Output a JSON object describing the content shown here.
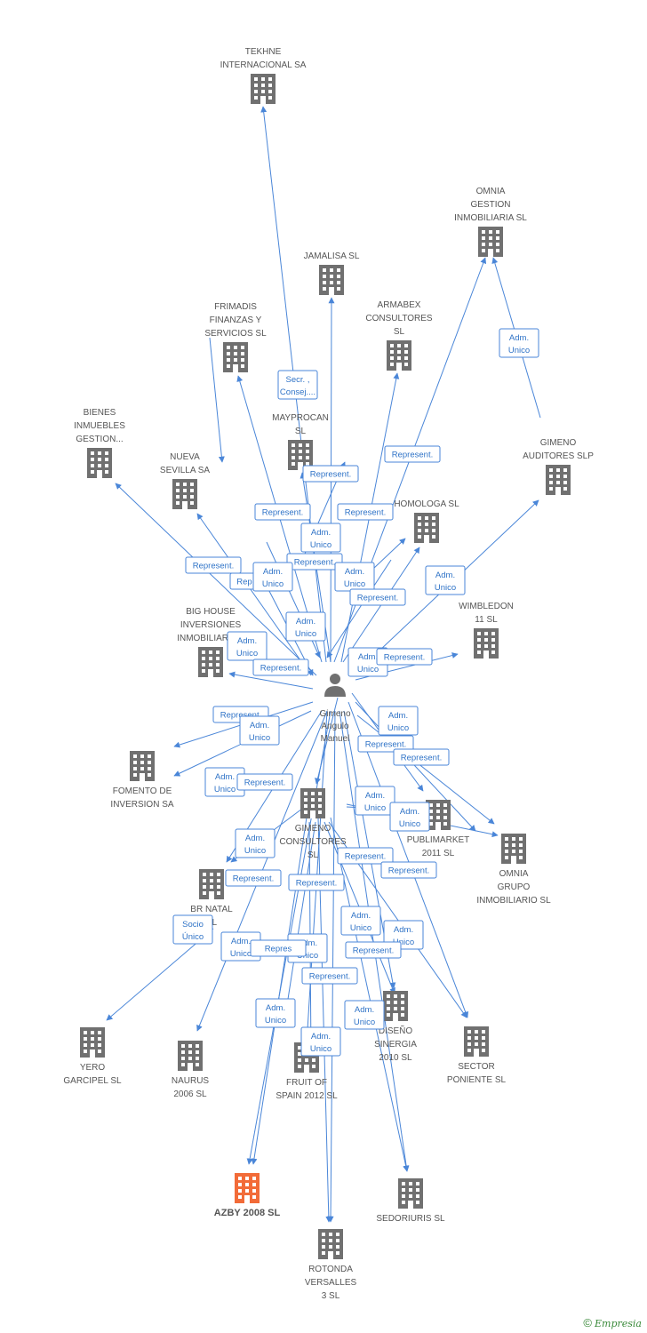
{
  "colors": {
    "edge": "#4a86d8",
    "building": "#707070",
    "focus_building": "#f26b38",
    "person": "#707070"
  },
  "person": {
    "name_lines": [
      "Gimeno",
      "Angulo",
      "Manuel"
    ]
  },
  "nodes": [
    {
      "id": "tekhne",
      "label_lines": [
        "TEKHNE",
        "INTERNACIONAL SA"
      ]
    },
    {
      "id": "omnia_gestion",
      "label_lines": [
        "OMNIA",
        "GESTION",
        "INMOBILIARIA SL"
      ]
    },
    {
      "id": "jamalisa",
      "label_lines": [
        "JAMALISA SL"
      ]
    },
    {
      "id": "frimadis",
      "label_lines": [
        "FRIMADIS",
        "FINANZAS Y",
        "SERVICIOS SL"
      ]
    },
    {
      "id": "armabex",
      "label_lines": [
        "ARMABEX",
        "CONSULTORES",
        "SL"
      ]
    },
    {
      "id": "bienes",
      "label_lines": [
        "BIENES",
        "INMUEBLES",
        "GESTION..."
      ]
    },
    {
      "id": "mayprocan",
      "label_lines": [
        "MAYPROCAN",
        "SL"
      ]
    },
    {
      "id": "gimeno_auditores",
      "label_lines": [
        "GIMENO",
        "AUDITORES SLP"
      ]
    },
    {
      "id": "nueva_sevilla",
      "label_lines": [
        "NUEVA",
        "SEVILLA SA"
      ]
    },
    {
      "id": "homologa",
      "label_lines": [
        "HOMOLOGA SL"
      ]
    },
    {
      "id": "wimbledon",
      "label_lines": [
        "WIMBLEDON",
        "11 SL"
      ]
    },
    {
      "id": "big_house",
      "label_lines": [
        "BIG HOUSE",
        "INVERSIONES",
        "INMOBILIARIA..."
      ]
    },
    {
      "id": "fomento",
      "label_lines": [
        "FOMENTO DE",
        "INVERSION SA"
      ]
    },
    {
      "id": "gimeno_consultores",
      "label_lines": [
        "GIMENO",
        "CONSULTORES",
        "SL"
      ]
    },
    {
      "id": "publimarket",
      "label_lines": [
        "PUBLIMARKET",
        "2011  SL"
      ]
    },
    {
      "id": "omnia_grupo",
      "label_lines": [
        "OMNIA",
        "GRUPO",
        "INMOBILIARIO SL"
      ]
    },
    {
      "id": "br_natal",
      "label_lines": [
        "BR NATAL",
        "SL"
      ]
    },
    {
      "id": "diseno",
      "label_lines": [
        "DISEÑO",
        "SINERGIA",
        "2010 SL"
      ]
    },
    {
      "id": "yero",
      "label_lines": [
        "YERO",
        "GARCIPEL SL"
      ]
    },
    {
      "id": "naurus",
      "label_lines": [
        "NAURUS",
        "2006 SL"
      ]
    },
    {
      "id": "fruit",
      "label_lines": [
        "FRUIT OF",
        "SPAIN 2012  SL"
      ]
    },
    {
      "id": "sector",
      "label_lines": [
        "SECTOR",
        "PONIENTE SL"
      ]
    },
    {
      "id": "azby",
      "label_lines": [
        "AZBY 2008 SL"
      ],
      "focus": true
    },
    {
      "id": "sedoriuris",
      "label_lines": [
        "SEDORIURIS SL"
      ]
    },
    {
      "id": "rotonda",
      "label_lines": [
        "ROTONDA",
        "VERSALLES",
        "3 SL"
      ]
    }
  ],
  "edge_labels": [
    {
      "id": "secr",
      "lines": [
        "Secr. ,",
        "Consej...."
      ]
    },
    {
      "id": "adm_omnia",
      "lines": [
        "Adm.",
        "Unico"
      ]
    },
    {
      "id": "rep_may",
      "lines": [
        "Represent."
      ]
    },
    {
      "id": "rep_armabex",
      "lines": [
        "Represent."
      ]
    },
    {
      "id": "rep_frimadis",
      "lines": [
        "Represent."
      ]
    },
    {
      "id": "rep_homologa",
      "lines": [
        "Represent."
      ]
    },
    {
      "id": "adm_mid1",
      "lines": [
        "Adm.",
        "Unico"
      ]
    },
    {
      "id": "rep_mid1",
      "lines": [
        "Represent."
      ]
    },
    {
      "id": "rep_nueva",
      "lines": [
        "Represent."
      ]
    },
    {
      "id": "rep_partial",
      "lines": [
        "Rep"
      ]
    },
    {
      "id": "adm_mid2",
      "lines": [
        "Adm.",
        "Unico"
      ]
    },
    {
      "id": "adm_mid3",
      "lines": [
        "Adm.",
        "Unico"
      ]
    },
    {
      "id": "rep_mid2",
      "lines": [
        "Represent."
      ]
    },
    {
      "id": "adm_wimbledon",
      "lines": [
        "Adm.",
        "Unico"
      ]
    },
    {
      "id": "adm_mid4",
      "lines": [
        "Adm.",
        "Unico"
      ]
    },
    {
      "id": "adm_bighouse",
      "lines": [
        "Adm.",
        "Unico"
      ]
    },
    {
      "id": "rep_bighouse",
      "lines": [
        "Represent."
      ]
    },
    {
      "id": "adm_right1",
      "lines": [
        "Adm.",
        "Unico"
      ]
    },
    {
      "id": "rep_right1",
      "lines": [
        "Represent."
      ]
    },
    {
      "id": "rep_left1",
      "lines": [
        "Represent."
      ]
    },
    {
      "id": "adm_left1",
      "lines": [
        "Adm.",
        "Unico"
      ]
    },
    {
      "id": "adm_right2",
      "lines": [
        "Adm.",
        "Unico"
      ]
    },
    {
      "id": "rep_right2",
      "lines": [
        "Represent."
      ]
    },
    {
      "id": "rep_right3",
      "lines": [
        "Represent."
      ]
    },
    {
      "id": "adm_fomento",
      "lines": [
        "Adm.",
        "Unico"
      ]
    },
    {
      "id": "rep_fomento",
      "lines": [
        "Represent."
      ]
    },
    {
      "id": "adm_right3",
      "lines": [
        "Adm.",
        "Unico"
      ]
    },
    {
      "id": "adm_publi",
      "lines": [
        "Adm.",
        "Unico"
      ]
    },
    {
      "id": "adm_left2",
      "lines": [
        "Adm.",
        "Unico"
      ]
    },
    {
      "id": "rep_lower1",
      "lines": [
        "Represent."
      ]
    },
    {
      "id": "rep_lower2",
      "lines": [
        "Represent."
      ]
    },
    {
      "id": "rep_brnatal",
      "lines": [
        "Represent."
      ]
    },
    {
      "id": "rep_lower3",
      "lines": [
        "Represent."
      ]
    },
    {
      "id": "socio",
      "lines": [
        "Socio",
        "Único"
      ]
    },
    {
      "id": "adm_lower1",
      "lines": [
        "Adm.",
        "Unico"
      ]
    },
    {
      "id": "adm_lower2",
      "lines": [
        "Adm.",
        "Unico"
      ]
    },
    {
      "id": "adm_lower3",
      "lines": [
        "Adm.",
        "Unico"
      ]
    },
    {
      "id": "adm_lower4",
      "lines": [
        "Adm.",
        "Unico"
      ]
    },
    {
      "id": "rep_lower4",
      "lines": [
        "Repres"
      ]
    },
    {
      "id": "rep_lower5",
      "lines": [
        "Represent."
      ]
    },
    {
      "id": "rep_lower6",
      "lines": [
        "Represent."
      ]
    },
    {
      "id": "adm_lower5",
      "lines": [
        "Adm.",
        "Unico"
      ]
    },
    {
      "id": "adm_lower6",
      "lines": [
        "Adm.",
        "Unico"
      ]
    },
    {
      "id": "adm_lower7",
      "lines": [
        "Adm.",
        "Unico"
      ]
    }
  ],
  "footer": {
    "copyright": "©",
    "brand": "Empresia"
  }
}
